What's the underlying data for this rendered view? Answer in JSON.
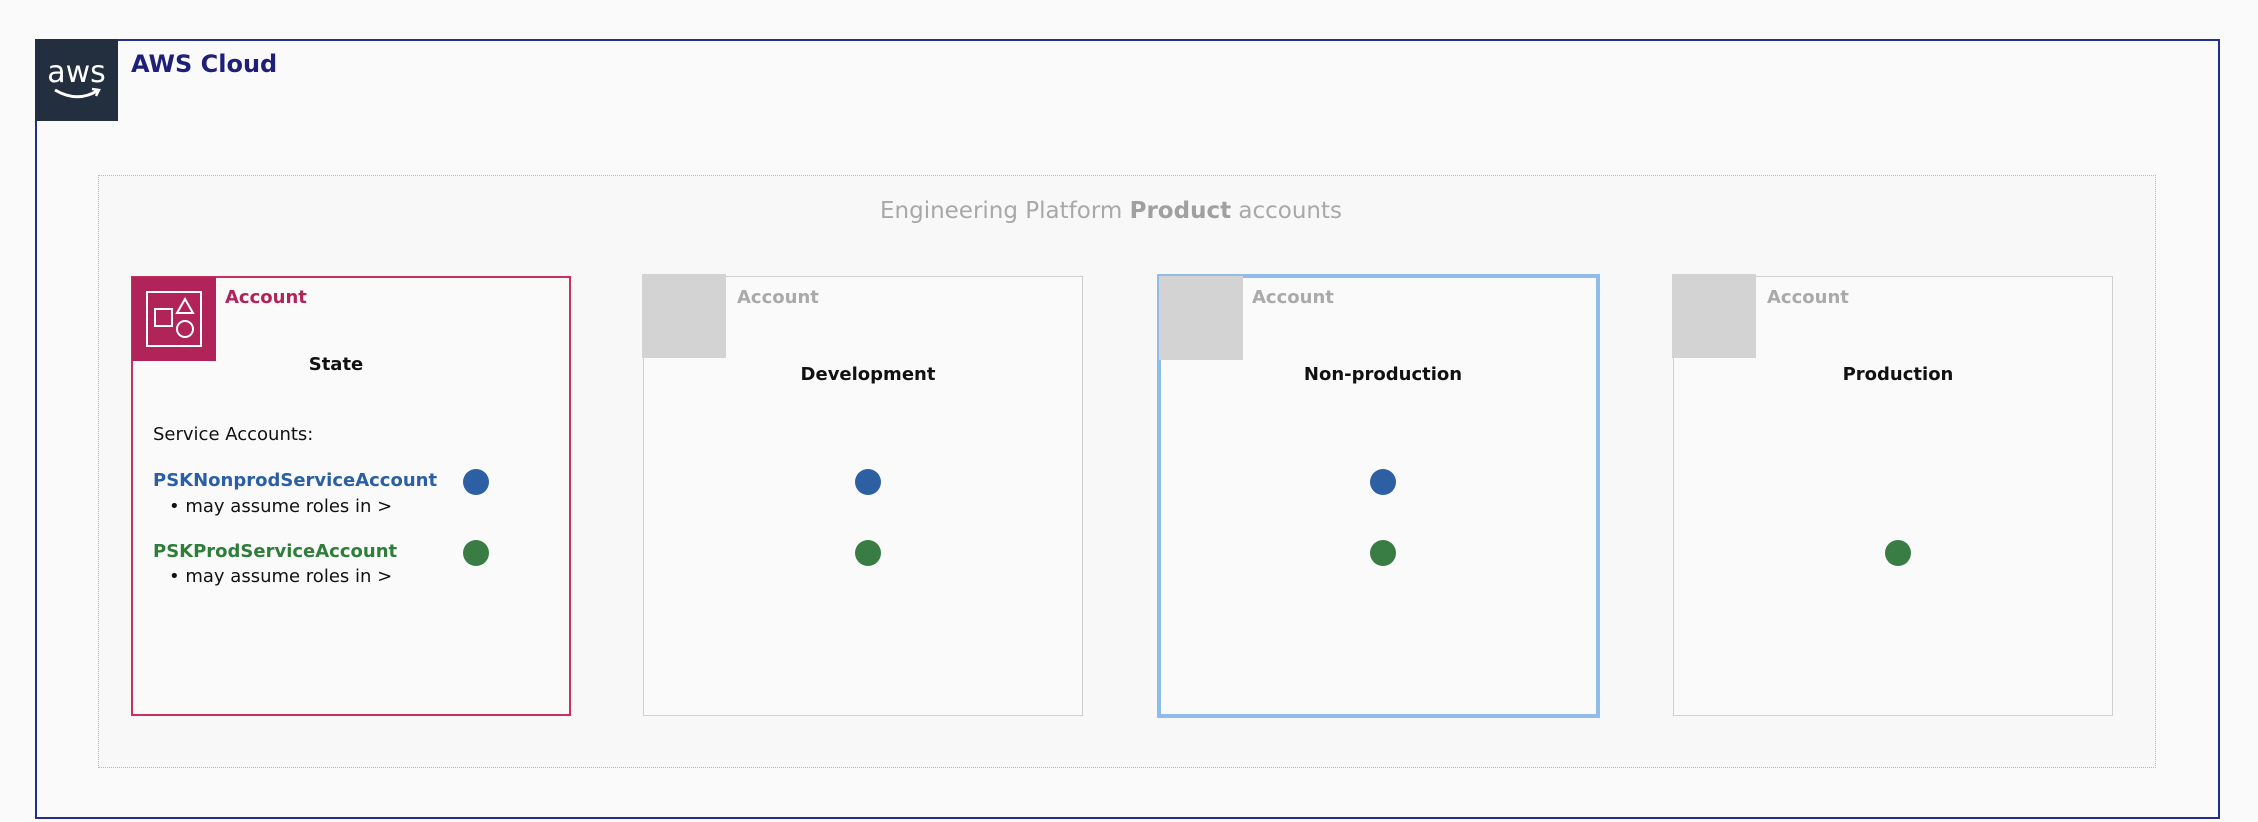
{
  "cloud": {
    "title": "AWS Cloud",
    "logo_text": "aws",
    "border_color": "#232f8e"
  },
  "group": {
    "title_prefix": "Engineering Platform ",
    "title_bold": "Product",
    "title_suffix": " accounts"
  },
  "accounts": [
    {
      "label": "Account",
      "name": "State",
      "service_accounts_heading": "Service Accounts:",
      "services": [
        {
          "name": "PSKNonprodServiceAccount",
          "note": "may assume roles in >",
          "color": "#2d5fa3"
        },
        {
          "name": "PSKProdServiceAccount",
          "note": "may assume roles in >",
          "color": "#3a7d44"
        }
      ]
    },
    {
      "label": "Account",
      "name": "Development"
    },
    {
      "label": "Account",
      "name": "Non-production"
    },
    {
      "label": "Account",
      "name": "Production"
    }
  ],
  "colors": {
    "blue": "#2d5fa3",
    "green": "#3a7d44",
    "state_accent": "#c7315b",
    "selection": "#8fbcea"
  },
  "icons": {
    "aws-logo": "aws smile logo",
    "account-icon": "shapes (square, triangle, circle)"
  }
}
